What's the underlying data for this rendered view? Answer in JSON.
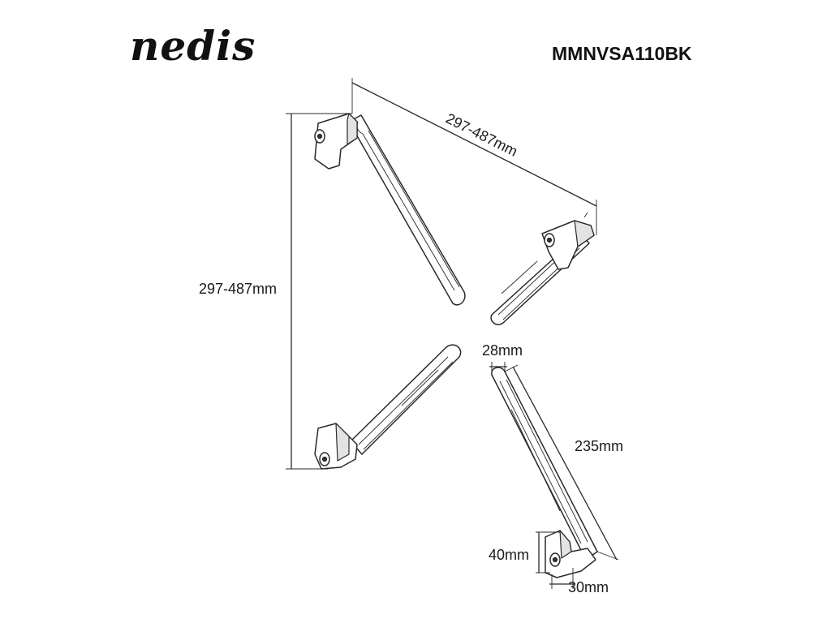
{
  "header": {
    "brand": "nedis",
    "model": "MMNVSA110BK"
  },
  "dimensions": {
    "horizontal_span": "297-487mm",
    "vertical_span": "297-487mm",
    "arm_width": "28mm",
    "arm_length": "235mm",
    "bracket_height": "40mm",
    "bracket_width": "30mm"
  },
  "parts": [
    "top-left-arm",
    "top-right-arm",
    "bottom-left-arm",
    "bottom-right-arm"
  ],
  "colors": {
    "line": "#2a2a2a",
    "text": "#1a1a1a",
    "background": "#ffffff"
  }
}
